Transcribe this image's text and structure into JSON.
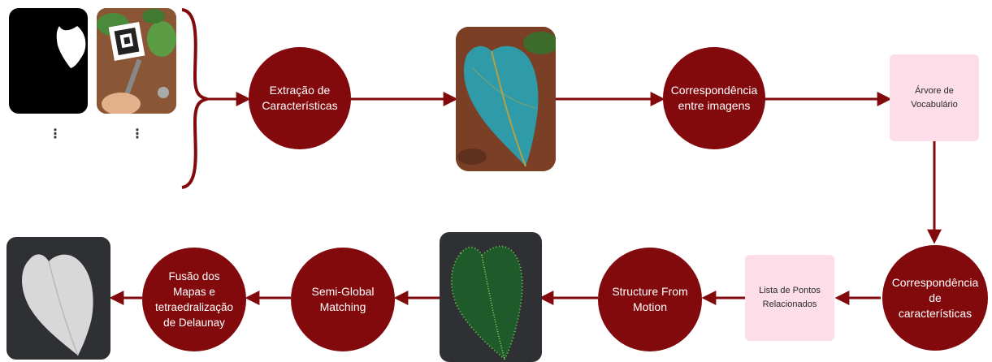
{
  "nodes": {
    "extracao": "Extração de\nCaracterísticas",
    "correspondencia_imagens": "Correspondência\nentre imagens",
    "arvore": "Árvore de\nVocabulário",
    "correspondencia_caracteristicas": "Correspondência\nde\ncaracterísticas",
    "lista_pontos": "Lista de Pontos\nRelacionados",
    "sfm": "Structure From\nMotion",
    "sgm": "Semi-Global\nMatching",
    "fusao": "Fusão dos\nMapas e\ntetraedralização\nde Delaunay"
  },
  "ellipsis": "⋮",
  "images": {
    "mask": "black image with white leaf mask",
    "photo": "leaf photo with marker",
    "features": "leaf with detected features",
    "point_cloud": "green point cloud of leaf",
    "mesh": "grey 3D mesh of leaf"
  },
  "colors": {
    "node": "#820a0d",
    "arrow": "#820a0d",
    "box": "#fcdde8",
    "dark_tile": "#2f3033"
  }
}
